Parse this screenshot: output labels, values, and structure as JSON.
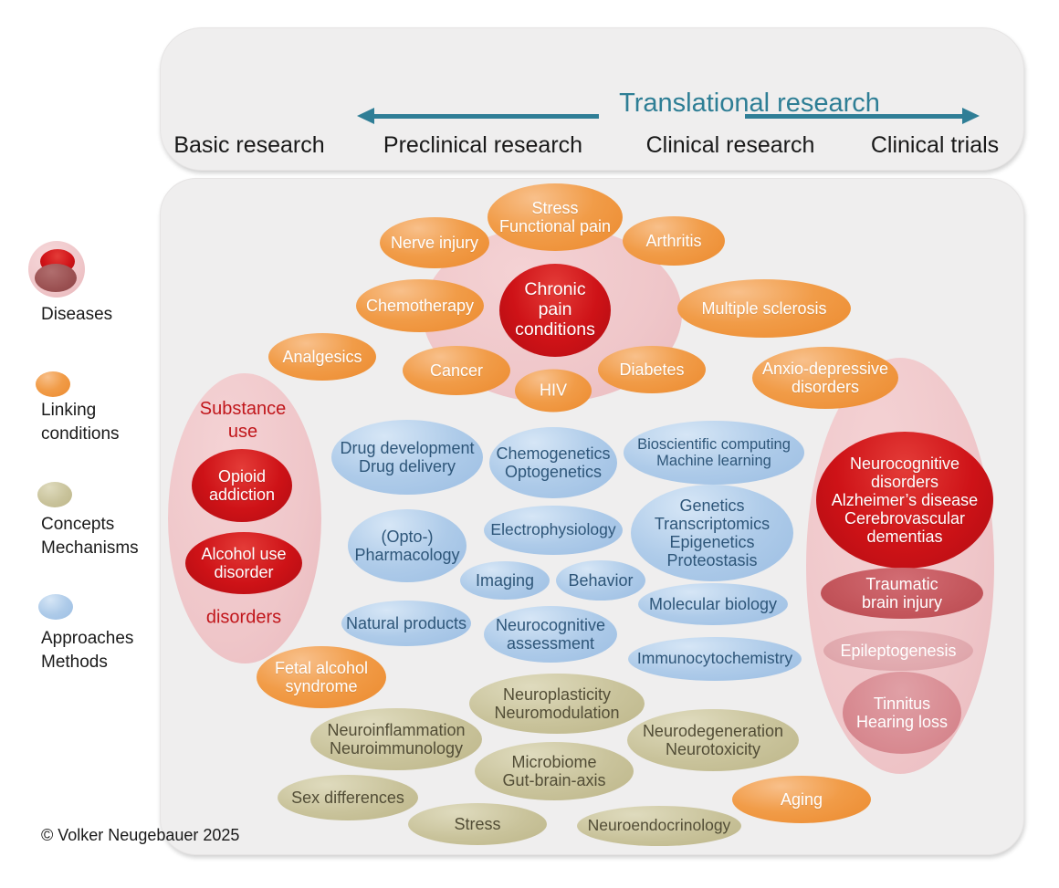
{
  "palette": {
    "accent_teal": "#2E7E95",
    "orange": "#F0953F",
    "red": "#CE1217",
    "dark_red": "#9B5152",
    "blue": "#A9C9E8",
    "olive": "#C9C39B",
    "pink_zone": "#EFC6C9",
    "panel_gray": "#EFEEEE"
  },
  "header": {
    "title": "Translational research",
    "stages": [
      "Basic research",
      "Preclinical research",
      "Clinical research",
      "Clinical trials"
    ]
  },
  "legend": {
    "items": [
      {
        "label": "Diseases"
      },
      {
        "label": "Linking\nconditions"
      },
      {
        "label": "Concepts\nMechanisms"
      },
      {
        "label": "Approaches\nMethods"
      }
    ]
  },
  "diseases": {
    "chronic_pain": "Chronic\npain\nconditions",
    "substance_zone_top": "Substance\nuse",
    "substance_zone_bottom": "disorders",
    "opioid_addiction": "Opioid\naddiction",
    "alcohol_use_disorder": "Alcohol use\ndisorder",
    "neurocognitive_disorders": "Neurocognitive\ndisorders\nAlzheimer’s disease\nCerebrovascular\ndementias",
    "traumatic_brain_injury": "Traumatic\nbrain injury",
    "epileptogenesis": "Epileptogenesis",
    "tinnitus_hearing_loss": "Tinnitus\nHearing loss"
  },
  "linking_conditions": {
    "items": [
      "Stress\nFunctional pain",
      "Nerve injury",
      "Arthritis",
      "Chemotherapy",
      "Multiple sclerosis",
      "Analgesics",
      "Cancer",
      "HIV",
      "Diabetes",
      "Anxio-depressive\ndisorders",
      "Fetal alcohol\nsyndrome",
      "Aging"
    ]
  },
  "approaches_methods": {
    "items": [
      "Drug development\nDrug delivery",
      "Chemogenetics\nOptogenetics",
      "Bioscientific computing\nMachine learning",
      "(Opto-)\nPharmacology",
      "Electrophysiology",
      "Genetics\nTranscriptomics\nEpigenetics\nProteostasis",
      "Imaging",
      "Behavior",
      "Molecular biology",
      "Natural products",
      "Neurocognitive\nassessment",
      "Immunocytochemistry"
    ]
  },
  "concepts_mechanisms": {
    "items": [
      "Neuroplasticity\nNeuromodulation",
      "Neuroinflammation\nNeuroimmunology",
      "Microbiome\nGut-brain-axis",
      "Neurodegeneration\nNeurotoxicity",
      "Sex differences",
      "Stress",
      "Neuroendocrinology"
    ]
  },
  "footer": {
    "copyright": "© Volker Neugebauer 2025"
  }
}
